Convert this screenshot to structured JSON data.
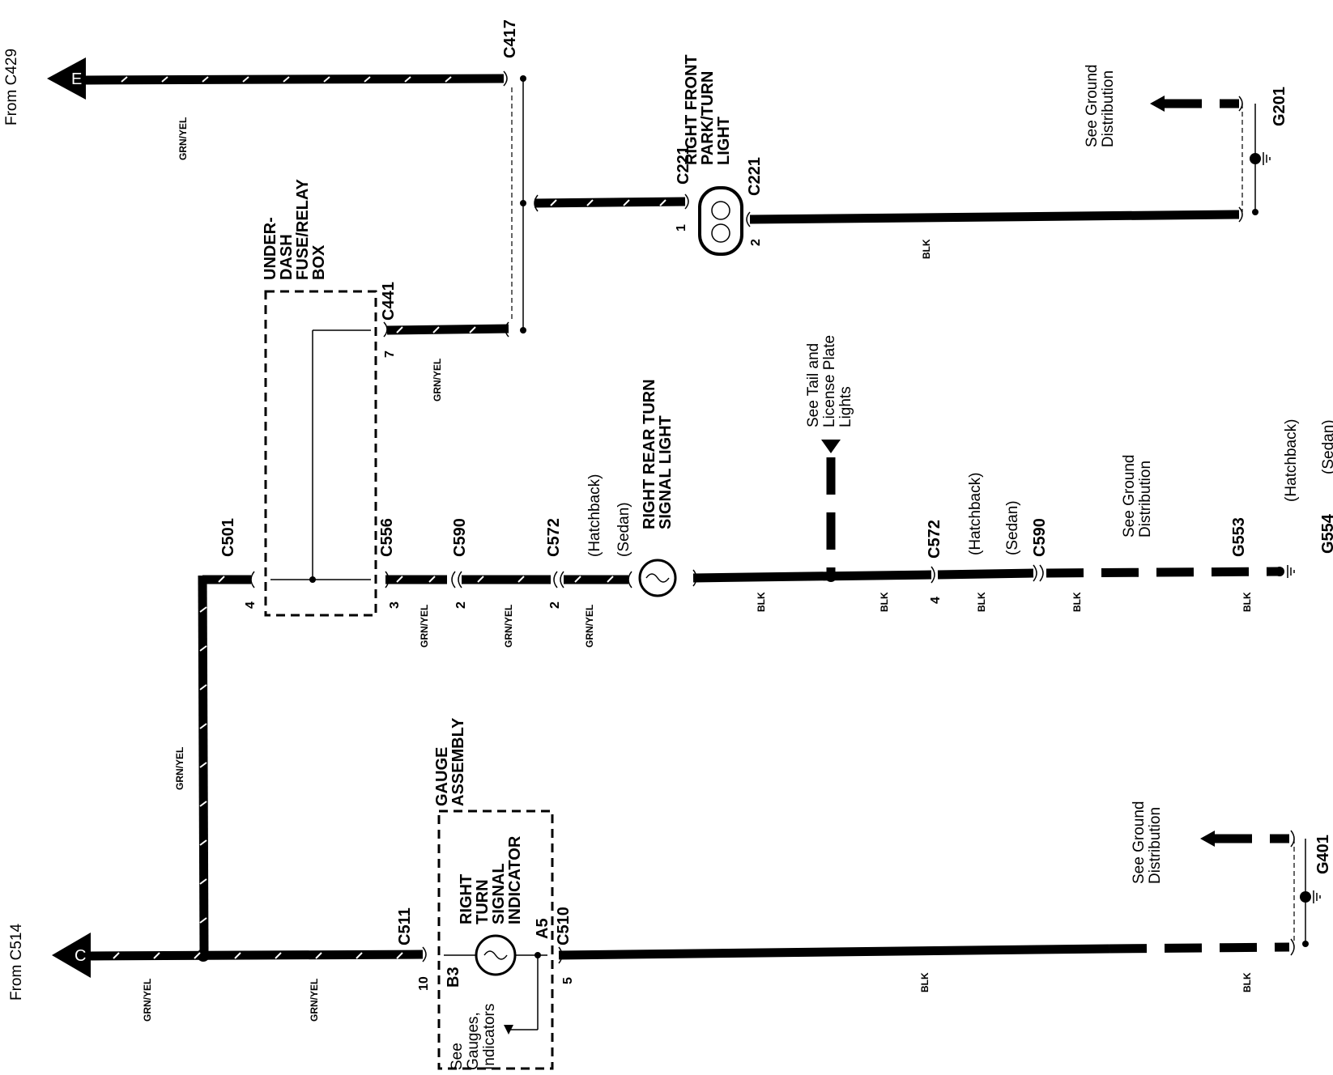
{
  "sources": {
    "from_c429": "From C429",
    "from_c514": "From C514",
    "tip_e": "E",
    "tip_c": "C"
  },
  "connectors": {
    "c417": "C417",
    "c221_a": "C221",
    "c221_b": "C221",
    "g201": "G201",
    "c441": "C441",
    "c501": "C501",
    "c556": "C556",
    "c590": "C590",
    "c572": "C572",
    "c572_b": "C572",
    "c590_b": "C590",
    "g553": "G553",
    "g554": "G554",
    "c511": "C511",
    "c510": "C510",
    "g401": "G401",
    "a5": "A5",
    "b3": "B3"
  },
  "pins": {
    "c221_1": "1",
    "c221_2": "2",
    "c441_7": "7",
    "c501_4": "4",
    "c556_3": "3",
    "c590_2": "2",
    "c572_2": "2",
    "c572b_4": "4",
    "c511_10": "10",
    "c510_5": "5"
  },
  "components": {
    "right_front_park_turn_light": "RIGHT FRONT PARK/TURN LIGHT",
    "under_dash_fuse_relay_box": "UNDER-DASH FUSE/RELAY BOX",
    "right_rear_turn_signal_light": "RIGHT REAR TURN SIGNAL LIGHT",
    "gauge_assembly": "GAUGE ASSEMBLY",
    "right_turn_signal_indicator": "RIGHT TURN SIGNAL INDICATOR"
  },
  "notes": {
    "see_ground_distribution_1": "See Ground Distribution",
    "see_ground_distribution_2": "See Ground Distribution",
    "see_ground_distribution_3": "See Ground Distribution",
    "see_tail_license": "See Tail and License Plate Lights",
    "see_gauges": "See Gauges, Indicators",
    "hatchback_1": "(Hatchback)",
    "sedan_1": "(Sedan)",
    "hatchback_2": "(Hatchback)",
    "sedan_2": "(Sedan)",
    "hatchback_3": "(Hatchback)",
    "sedan_3": "(Sedan)"
  },
  "wire_colors": {
    "grn_yel": "GRN/YEL",
    "blk": "BLK"
  }
}
